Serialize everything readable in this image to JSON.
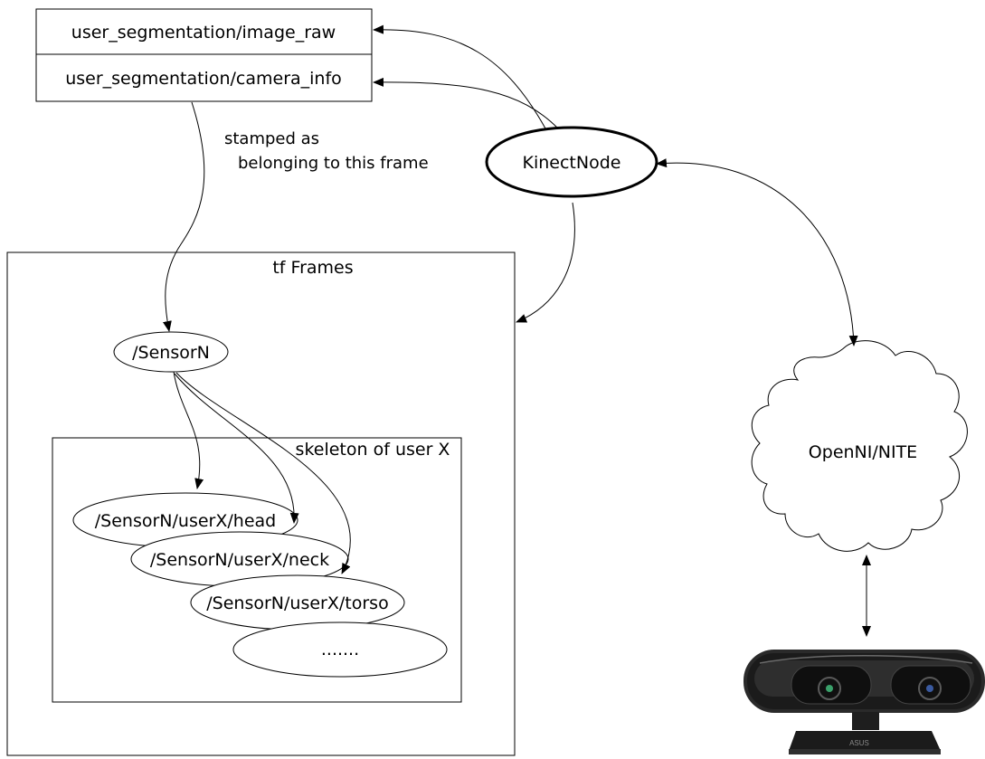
{
  "topics": {
    "image_raw": "user_segmentation/image_raw",
    "camera_info": "user_segmentation/camera_info"
  },
  "annotation": {
    "line1": "stamped as",
    "line2": "belonging to this frame"
  },
  "nodes": {
    "kinect_node": "KinectNode",
    "openni": "OpenNI/NITE",
    "sensor": "/SensorN"
  },
  "groups": {
    "tf_frames": "tf Frames",
    "skeleton": "skeleton of user X"
  },
  "frames": {
    "head": "/SensorN/userX/head",
    "neck": "/SensorN/userX/neck",
    "torso": "/SensorN/userX/torso",
    "more": "......."
  },
  "colors": {
    "stroke": "#000000",
    "background": "#ffffff"
  },
  "icons": {
    "device": "kinect-sensor-icon"
  }
}
